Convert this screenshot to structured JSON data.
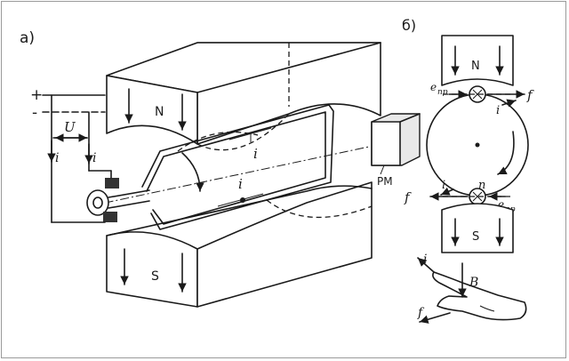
{
  "panel_a": {
    "label": "a)",
    "magnet_top": "N",
    "magnet_bottom": "S",
    "plus": "+",
    "minus": "-",
    "voltage": "U",
    "current_left": "i",
    "current_mid": "i",
    "current_top_conductor": "i",
    "current_bottom_conductor": "i",
    "pm_label": "PM"
  },
  "panel_b": {
    "label": "б)",
    "magnet_top": "N",
    "magnet_bottom": "S",
    "emf_top": "e",
    "emf_top_sub": "пр",
    "emf_bottom": "e",
    "emf_bottom_sub": "пр",
    "force_top": "f",
    "force_bottom": "f",
    "current_top": "i",
    "current_bottom": "i",
    "rotation": "n",
    "field": "B",
    "hand_current": "i",
    "hand_force": "f"
  }
}
